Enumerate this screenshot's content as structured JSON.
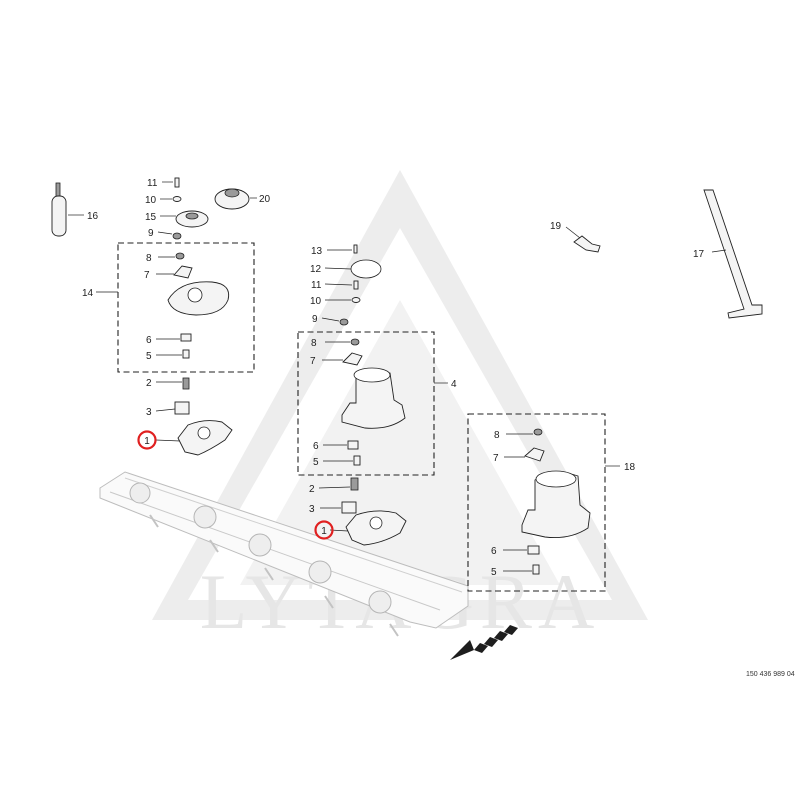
{
  "watermark": {
    "text": "LYTAGRA",
    "color": "#e6e6e6"
  },
  "drawing_ref": "150 436 989 04",
  "highlight_color": "#e02020",
  "callouts": {
    "p1a": "1",
    "p1b": "1",
    "p2a": "2",
    "p2b": "2",
    "p3a": "3",
    "p3b": "3",
    "p4": "4",
    "p5a": "5",
    "p5b": "5",
    "p5c": "5",
    "p6a": "6",
    "p6b": "6",
    "p6c": "6",
    "p7a": "7",
    "p7b": "7",
    "p7c": "7",
    "p8a": "8",
    "p8b": "8",
    "p8c": "8",
    "p9a": "9",
    "p9b": "9",
    "p10a": "10",
    "p10b": "10",
    "p11a": "11",
    "p11b": "11",
    "p12": "12",
    "p13": "13",
    "p14": "14",
    "p15": "15",
    "p16": "16",
    "p17": "17",
    "p18": "18",
    "p19": "19",
    "p20": "20"
  }
}
